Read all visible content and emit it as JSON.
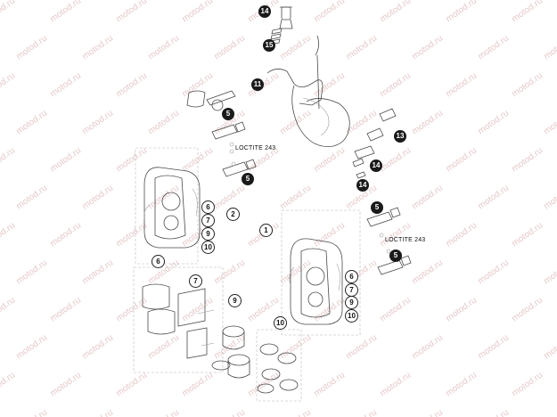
{
  "watermark": {
    "text": "motod.ru",
    "color": "#e6c9c9"
  },
  "notes": {
    "loctite_upper": "LOCTITE 243",
    "loctite_lower": "LOCTITE 243"
  },
  "callouts": [
    {
      "id": "c14a",
      "label": "14",
      "style": "filled"
    },
    {
      "id": "c15",
      "label": "15",
      "style": "filled"
    },
    {
      "id": "c11",
      "label": "11",
      "style": "filled"
    },
    {
      "id": "c5a",
      "label": "5",
      "style": "filled"
    },
    {
      "id": "c13",
      "label": "13",
      "style": "filled"
    },
    {
      "id": "c14b",
      "label": "14",
      "style": "filled"
    },
    {
      "id": "c14c",
      "label": "14",
      "style": "filled"
    },
    {
      "id": "c5b",
      "label": "5",
      "style": "filled"
    },
    {
      "id": "c6a",
      "label": "6",
      "style": "open"
    },
    {
      "id": "c7a",
      "label": "7",
      "style": "open"
    },
    {
      "id": "c9a",
      "label": "9",
      "style": "open"
    },
    {
      "id": "c10a",
      "label": "10",
      "style": "open"
    },
    {
      "id": "c2",
      "label": "2",
      "style": "open"
    },
    {
      "id": "c1",
      "label": "1",
      "style": "open"
    },
    {
      "id": "c5c",
      "label": "5",
      "style": "filled"
    },
    {
      "id": "c5d",
      "label": "5",
      "style": "filled"
    },
    {
      "id": "c6b",
      "label": "6",
      "style": "open"
    },
    {
      "id": "c7b",
      "label": "7",
      "style": "open"
    },
    {
      "id": "c9b",
      "label": "9",
      "style": "open"
    },
    {
      "id": "c10b",
      "label": "10",
      "style": "open"
    },
    {
      "id": "c6c",
      "label": "6",
      "style": "open"
    },
    {
      "id": "c7c",
      "label": "7",
      "style": "open"
    },
    {
      "id": "c9c",
      "label": "9",
      "style": "open"
    },
    {
      "id": "c10c",
      "label": "10",
      "style": "open"
    }
  ]
}
